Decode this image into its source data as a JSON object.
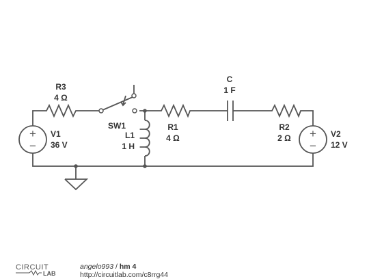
{
  "components": {
    "r3": {
      "name": "R3",
      "value": "4 Ω"
    },
    "sw1": {
      "name": "SW1"
    },
    "r1": {
      "name": "R1",
      "value": "4 Ω"
    },
    "c": {
      "name": "C",
      "value": "1 F"
    },
    "r2": {
      "name": "R2",
      "value": "2 Ω"
    },
    "v1": {
      "name": "V1",
      "value": "36 V"
    },
    "v2": {
      "name": "V2",
      "value": "12 V"
    },
    "l1": {
      "name": "L1",
      "value": "1 H"
    }
  },
  "source_symbols": {
    "plus": "+",
    "minus": "−"
  },
  "footer": {
    "logo_top": "CIRCUIT",
    "logo_bottom": "LAB",
    "author": "angelo993",
    "separator": " / ",
    "title": "hm 4",
    "url": "http://circuitlab.com/c8rrg44"
  }
}
